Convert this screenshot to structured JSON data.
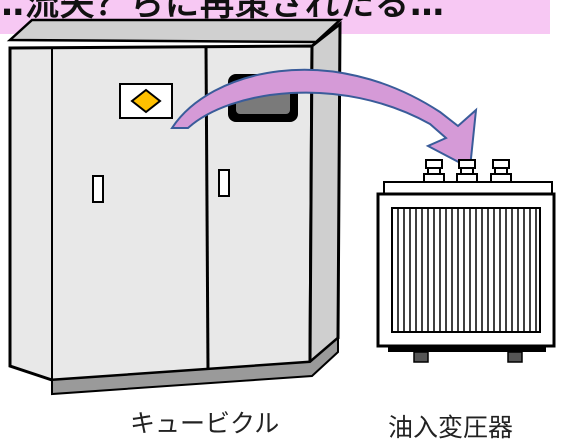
{
  "banner": {
    "text": "…流失？らに再策されたる…",
    "color": "#f7c8f3"
  },
  "labels": {
    "cubicle": "キュービクル",
    "transformer": "油入変圧器"
  },
  "colors": {
    "cubicle_body": "#e8e8e8",
    "outline": "#000000",
    "arrow_fill": "#d59ad7",
    "arrow_stroke": "#3a5c9a",
    "diamond": "#ffc000"
  },
  "icons": [
    "cubicle-cabinet",
    "warning-sign",
    "display-window",
    "door-handle",
    "oil-transformer",
    "bushing-insulator",
    "curved-arrow"
  ]
}
